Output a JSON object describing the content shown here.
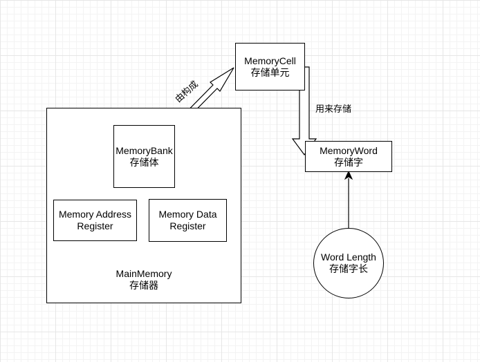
{
  "nodes": {
    "main_memory": {
      "en": "MainMemory",
      "zh": "存储器"
    },
    "memory_bank": {
      "en": "MemoryBank",
      "zh": "存储体"
    },
    "mar": {
      "line1": "Memory Address",
      "line2": "Register"
    },
    "mdr": {
      "line1": "Memory Data",
      "line2": "Register"
    },
    "memory_cell": {
      "en": "MemoryCell",
      "zh": "存储单元"
    },
    "memory_word": {
      "en": "MemoryWord",
      "zh": "存储字"
    },
    "word_length": {
      "en": "Word Length",
      "zh": "存储字长"
    }
  },
  "edges": {
    "bank_to_cell": "由构成",
    "cell_to_word": "用来存储"
  },
  "colors": {
    "stroke": "#000000",
    "fill": "#ffffff",
    "grid": "#e6e6e6"
  }
}
